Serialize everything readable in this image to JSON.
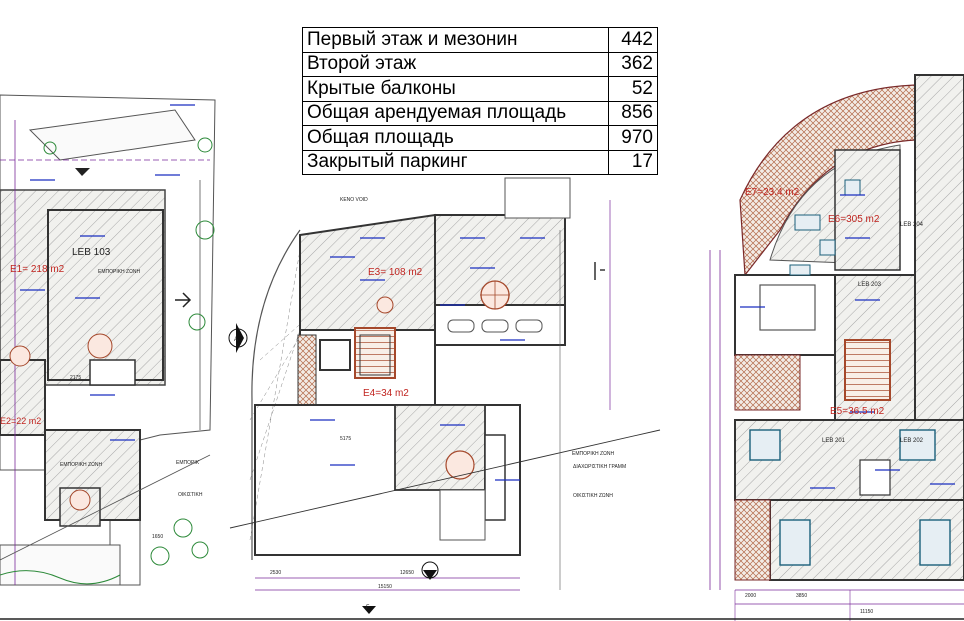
{
  "area_table": {
    "rows": [
      {
        "label": "Первый этаж и мезонин",
        "value": "442"
      },
      {
        "label": "Второй этаж",
        "value": "362"
      },
      {
        "label": "Крытые балконы",
        "value": "52"
      },
      {
        "label": "Общая арендуемая площадь",
        "value": "856"
      },
      {
        "label": "Общая площадь",
        "value": "970"
      },
      {
        "label": "Закрытый паркинг",
        "value": "17"
      }
    ]
  },
  "plan_labels": {
    "left": {
      "unit": "LEB 103",
      "area": "E1= 218 m2",
      "area2": "E2=22 m2",
      "zone_label": "ΕΜΠΟΡΙΚΗ ΖΩΝΗ",
      "zone_label2": "ΕΜΠΟΡΙΚΗ ΖΩΝΗ",
      "side_note_a": "ΕΜΠΟΡΙΚ",
      "side_note_b": "ΟΙΚΙΣΤΙΚΗ",
      "dim_a": "2175",
      "dim_b": "1650"
    },
    "middle": {
      "area_e3": "E3= 108 m2",
      "area_e4": "E4=34 m2",
      "keno_void": "KENO VOID",
      "zone_commercial": "ΕΜΠΟΡΙΚΗ ΖΩΝΗ",
      "zone_line": "ΔΙΑΧΩΡΙΣΤΙΚΗ ΓΡΑΜΜ",
      "zone_residential": "ΟΙΚΙΣΤΙΚΗ ΖΩΝΗ",
      "dim_total": "15150",
      "dim_left": "2530",
      "dim_right": "12650",
      "dim_mid": "5175",
      "section_a": "A",
      "section_g": "Γ"
    },
    "right": {
      "area_e7": "E7=23.4 m2",
      "area_e6": "E6=305 m2",
      "area_e5": "E5=36.5 m2",
      "unit_201": "LEB 201",
      "unit_202": "LEB 202",
      "unit_203": "LEB 203",
      "unit_204": "LEB 204",
      "dim_a": "2000",
      "dim_b": "3850",
      "dim_c": "11150"
    }
  },
  "colors": {
    "hatch": "#9a9a9a",
    "wall": "#6b2a8f",
    "red_label": "#c0241f",
    "dim_line": "#7a2a9a",
    "blue_mark": "#1a2fc0",
    "stair_wood": "#a5482b",
    "planting": "#2d8a3a"
  }
}
